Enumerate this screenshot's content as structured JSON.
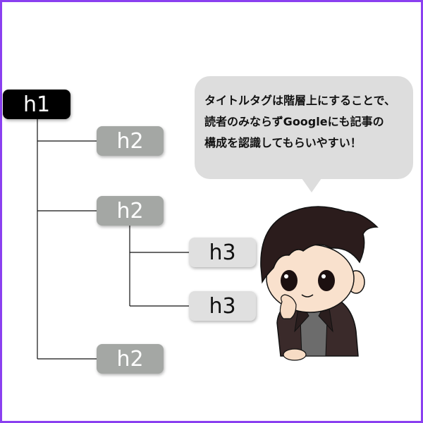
{
  "tree": {
    "root": "h1",
    "h2_nodes": [
      "h2",
      "h2",
      "h2"
    ],
    "h3_nodes": [
      "h3",
      "h3"
    ]
  },
  "speech_bubble": {
    "lines": [
      "タイトルタグは階層上にすることで、",
      "読者のみならずGoogleにも記事の",
      "構成を認識してもらいやすい！"
    ]
  },
  "colors": {
    "frame": "#8a3ff0",
    "h1_bg": "#000000",
    "h2_bg": "#a4a7a4",
    "h3_bg": "#e0e0e0",
    "bubble_bg": "#dddddd"
  },
  "character": {
    "icon": "boy-thinking-illustration"
  }
}
